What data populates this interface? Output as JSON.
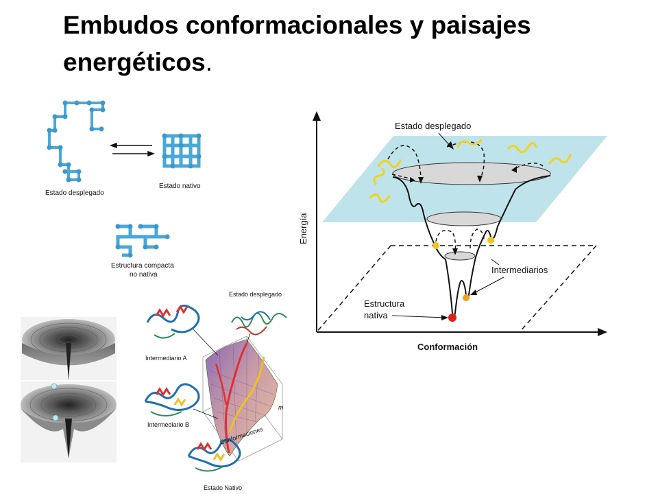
{
  "slide": {
    "title_main": "Embudos conformacionales y paisajes energéticos",
    "title_dot": "."
  },
  "lattice": {
    "unfolded_label": "Estado desplegado",
    "native_label": "Estado nativo",
    "compact_label_1": "Estructura compacta",
    "compact_label_2": "no nativa"
  },
  "funnel_diagram": {
    "y_axis": "Energía",
    "x_axis": "Conformación",
    "unfolded_label": "Estado desplegado",
    "intermediates_label": "Intermediarios",
    "native_label_1": "Estructura",
    "native_label_2": "nativa"
  },
  "landscape_3d": {
    "unfolded_label": "Estado desplegado",
    "intermediate_a": "Intermediario A",
    "intermediate_b": "Intermediario B",
    "native_label": "Estado Nativo",
    "conformations_label": "Conformaciones",
    "axis_m": "m"
  },
  "colors": {
    "lattice_blue": "#4aa8d8",
    "plane_cyan": "#bfe3ea",
    "native_red": "#e0201a",
    "intermediate_orange": "#f0a020",
    "intermediate_yellow": "#f3c51a"
  }
}
